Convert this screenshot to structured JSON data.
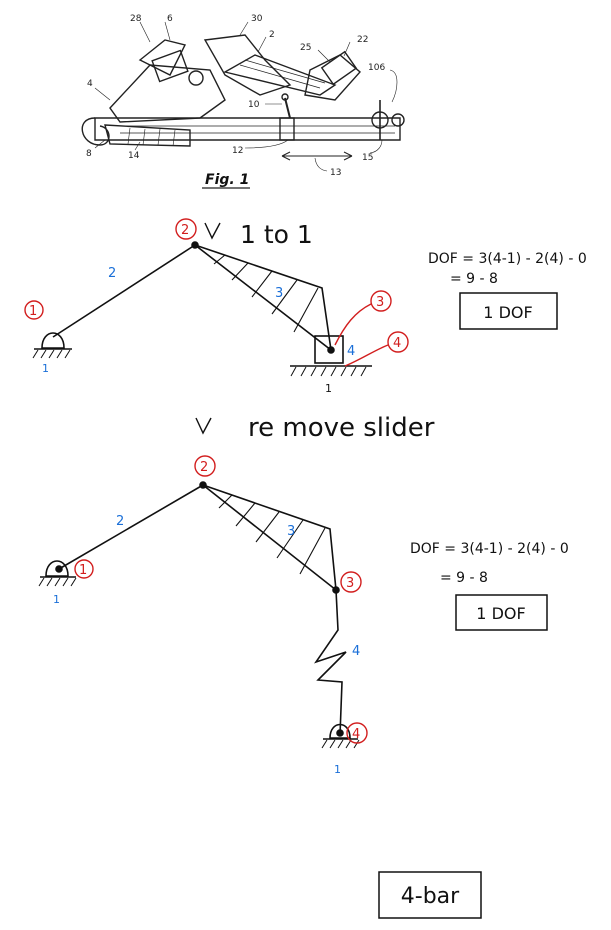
{
  "figure": {
    "caption": "Fig. 1",
    "part_labels": [
      "28",
      "6",
      "30",
      "2",
      "22",
      "25",
      "106",
      "4",
      "10",
      "8",
      "14",
      "12",
      "15",
      "13"
    ]
  },
  "diagram1": {
    "note": "1 to 1",
    "links": {
      "ground": "1",
      "crank": "2",
      "coupler": "3",
      "slider": "4"
    },
    "joints": [
      "1",
      "2",
      "3",
      "4"
    ],
    "dof": {
      "eq": "DOF = 3(4-1) - 2(4) - 0",
      "result": "= 9 - 8",
      "box": "1 DOF"
    }
  },
  "transition": {
    "label": "re move slider"
  },
  "diagram2": {
    "links": {
      "ground_left": "1",
      "crank": "2",
      "coupler": "3",
      "spring": "4",
      "ground_right": "1"
    },
    "joints": [
      "1",
      "2",
      "3",
      "4"
    ],
    "dof": {
      "eq": "DOF = 3(4-1) - 2(4) - 0",
      "result": "= 9 - 8",
      "box": "1 DOF"
    }
  },
  "conclusion": {
    "box": "4-bar"
  },
  "colors": {
    "ink": "#111111",
    "link_label": "#1a6fd8",
    "joint_label": "#d21e1e"
  }
}
